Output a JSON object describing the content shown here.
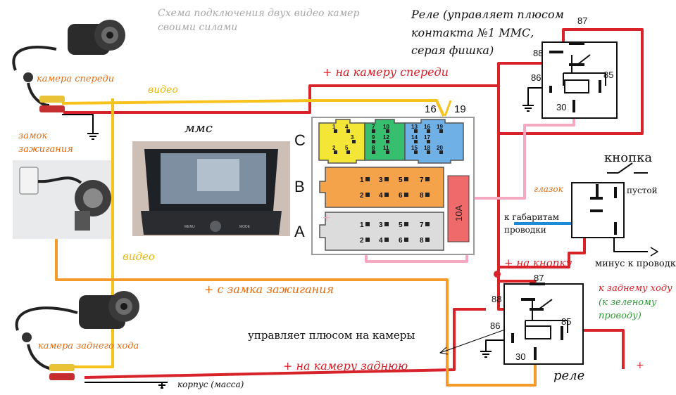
{
  "title": {
    "line1": "Схема подключения двух видео камер",
    "line2": "своими силами"
  },
  "labels": {
    "front_camera": "камера спереди",
    "rear_camera": "камера заднего хода",
    "ignition_lock_1": "замок",
    "ignition_lock_2": "зажигания",
    "video_top": "видео",
    "video_left": "видео",
    "mms": "ммс",
    "plus_front_camera": "+ на камеру спереди",
    "plus_ignition": "+ с замка зажигания",
    "controls_plus": "управляет плюсом на камеры",
    "plus_rear_camera": "+ на камеру заднюю",
    "ground_body": "корпус (масса)",
    "relay_top_1": "Реле  (управляет плюсом",
    "relay_top_2": "контакта №1 ММС,",
    "relay_top_3": "серая фишка)",
    "relay_bottom": "реле",
    "button": "кнопка",
    "eyelet": "глазок",
    "empty": "пустой",
    "to_markers_1": "к габаритам",
    "to_markers_2": "проводки",
    "minus_wiring": "минус к проводке",
    "plus_to_button": "+ на кнопку",
    "to_reverse_1": "к заднему ходу",
    "to_reverse_2": "(к зеленому",
    "to_reverse_3": "проводу)",
    "plus_sign": "+",
    "plus_pink": "+"
  },
  "connector": {
    "row_c": "C",
    "row_b": "B",
    "row_a": "A",
    "pin_16": "16",
    "pin_19": "19",
    "fuse": "10A",
    "c_yellow": [
      "1",
      "4",
      "2",
      "5",
      "3"
    ],
    "c_green": [
      "7",
      "10",
      "8",
      "11",
      "9",
      "12"
    ],
    "c_blue": [
      "13",
      "16",
      "19",
      "14",
      "17",
      "20",
      "15",
      "18"
    ],
    "b_pins": [
      "1",
      "3",
      "5",
      "7",
      "2",
      "4",
      "6",
      "8"
    ],
    "a_pins": [
      "1",
      "3",
      "5",
      "7",
      "2",
      "4",
      "6",
      "8"
    ]
  },
  "relay_pins": {
    "p87": "87",
    "p88": "88",
    "p86": "86",
    "p85": "85",
    "p30": "30"
  },
  "display": {
    "btn_left": "MENU",
    "btn_right": "MODE"
  },
  "colors": {
    "wire_red": "#d8232a",
    "wire_yellow": "#f6c21b",
    "wire_orange": "#f39a2b",
    "wire_pink": "#f4a9c0",
    "wire_blue": "#1e8bd6",
    "text_orange": "#e06c12",
    "text_red": "#d31f26",
    "text_green": "#2f9a37",
    "text_gray": "#a9a9a9"
  }
}
